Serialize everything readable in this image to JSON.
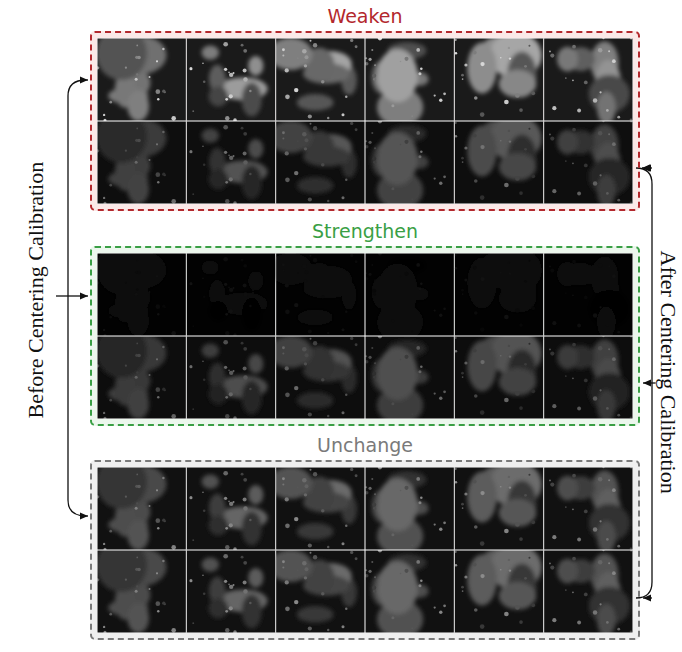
{
  "diagram": {
    "nodes": [
      {
        "text": [
          "Weaken"
        ]
      },
      {
        "text": [
          "Strengthen"
        ]
      },
      {
        "text": [
          "Unchange"
        ]
      }
    ],
    "labels": [
      "Before Centering Calibration",
      "After Centering Calibration"
    ]
  }
}
